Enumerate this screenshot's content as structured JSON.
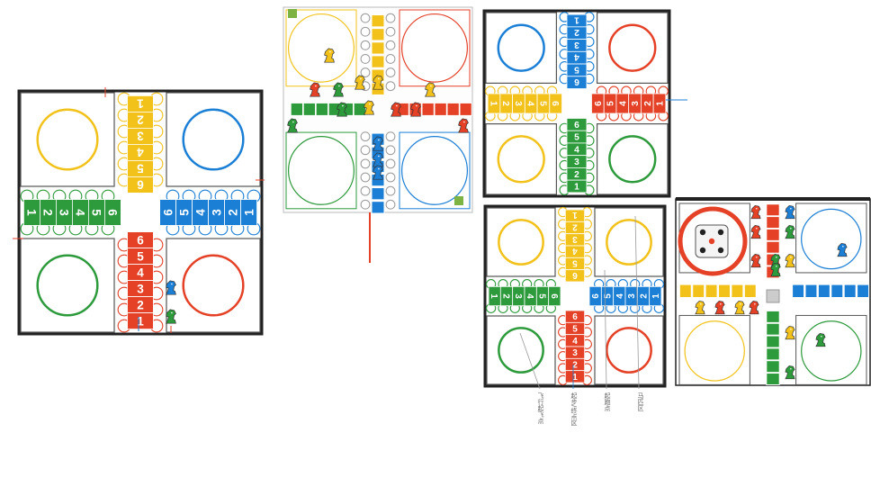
{
  "colors": {
    "yellow": "#f2c21b",
    "blue": "#1b7fd6",
    "red": "#e44127",
    "green": "#2d9a3c",
    "board_border": "#222222",
    "pointer": "#e44127"
  },
  "lane_numbers": {
    "yellow": [
      "1",
      "2",
      "3",
      "4",
      "5",
      "6"
    ],
    "blue": [
      "1",
      "2",
      "3",
      "4",
      "5",
      "6"
    ],
    "red": [
      "1",
      "2",
      "3",
      "4",
      "5",
      "6"
    ],
    "green": [
      "1",
      "2",
      "3",
      "4",
      "5",
      "6"
    ]
  },
  "annotations": [
    {
      "text": "飞行起飞点"
    },
    {
      "text": "起步/终点区"
    },
    {
      "text": "起跑点"
    },
    {
      "text": "马匹区"
    }
  ],
  "dice": {
    "value": 5
  },
  "icons": [
    "horse-piece-icon",
    "dice-icon",
    "android-icon",
    "trophy-icon",
    "arrow-icon"
  ]
}
